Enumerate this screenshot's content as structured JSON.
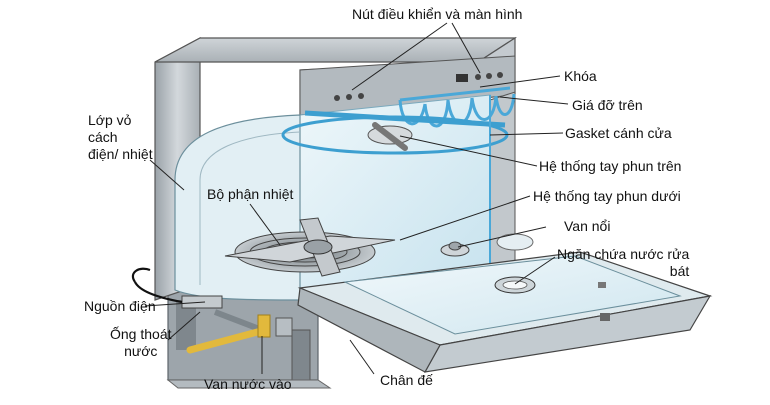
{
  "labels": {
    "control_panel": "Nút điều khiển và màn hình",
    "lock": "Khóa",
    "upper_rack": "Giá đỡ trên",
    "door_gasket": "Gasket cánh cửa",
    "upper_spray_arm": "Hệ thống tay phun trên",
    "lower_spray_arm": "Hệ thống tay phun dưới",
    "float_valve": "Van nổi",
    "detergent_compartment": "Ngăn chứa nước rửa\nbát",
    "insulation": "Lớp vỏ\ncách\nđiện/ nhiệt",
    "heating_element": "Bộ phận nhiệt",
    "power_source": "Nguồn điện",
    "drain_pipe": "Ống thoát\nnước",
    "water_inlet_valve": "Van nước vào",
    "base": "Chân đế"
  },
  "colors": {
    "metal": "#b9bfc4",
    "metal_dark": "#8e969c",
    "interior": "#d8ecf3",
    "spray_arm": "#3d9fd0",
    "rack": "#4aa8d8",
    "pipe": "#e2b93c",
    "leader": "#222222"
  }
}
